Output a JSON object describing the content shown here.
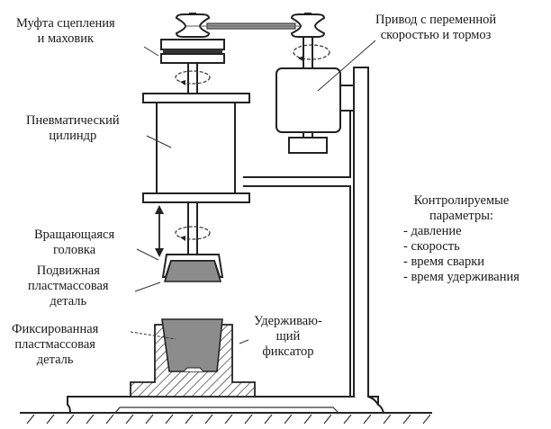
{
  "labels": {
    "clutch": [
      "Муфта сцепления",
      "и маховик"
    ],
    "drive": [
      "Привод с переменной",
      "скоростью и тормоз"
    ],
    "cylinder": [
      "Пневматический",
      "цилиндр"
    ],
    "head": [
      "Вращающаяся",
      "головка"
    ],
    "moving_part": [
      "Подвижная",
      "пластмассовая",
      "деталь"
    ],
    "fixed_part": [
      "Фиксированная",
      "пластмассовая",
      "деталь"
    ],
    "fixture": [
      "Удерживаю-",
      "щий",
      "фиксатор"
    ]
  },
  "parameters": {
    "title": [
      "Контролируемые",
      "параметры:"
    ],
    "items": [
      "- давление",
      "- скорость",
      "- время сварки",
      "- время удерживания"
    ]
  },
  "colors": {
    "line": "#222222",
    "plastic_part": "#8c8c8c",
    "clutch_disc": "#333333",
    "belt": "#9a9a9a"
  }
}
